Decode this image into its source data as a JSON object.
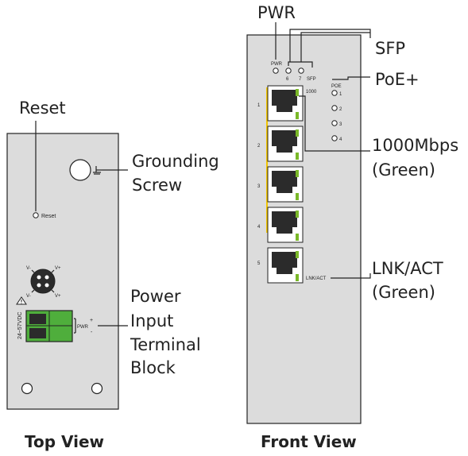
{
  "top_view": {
    "title": "Top View",
    "callouts": {
      "reset": "Reset",
      "grounding": [
        "Grounding",
        "Screw"
      ],
      "power": [
        "Power",
        "Input",
        "Terminal",
        "Block"
      ]
    },
    "panel_text": {
      "reset": "Reset",
      "voltage": "24~57VDC",
      "pwr": "PWR",
      "plus": "+",
      "minus": "-",
      "v_plus": "V+",
      "v_minus": "V-"
    }
  },
  "front_view": {
    "title": "Front View",
    "callouts": {
      "pwr": "PWR",
      "sfp": "SFP",
      "poe": "PoE+",
      "speed": [
        "1000Mbps",
        "(Green)"
      ],
      "lnk": [
        "LNK/ACT",
        "(Green)"
      ]
    },
    "panel_text": {
      "pwr": "PWR",
      "led6": "6",
      "led7": "7",
      "sfp": "SFP",
      "speed": "1000",
      "poe": "POE",
      "poe_ports": [
        "1",
        "2",
        "3",
        "4"
      ],
      "ports": [
        "1",
        "2",
        "3",
        "4",
        "5"
      ],
      "lnk": "LNK/ACT"
    }
  },
  "colors": {
    "panel": "#dcdcdc",
    "led_green": "#7ab829",
    "terminal_green": "#4fae3c",
    "poe_stripe": "#f2c500",
    "outline": "#222222"
  }
}
